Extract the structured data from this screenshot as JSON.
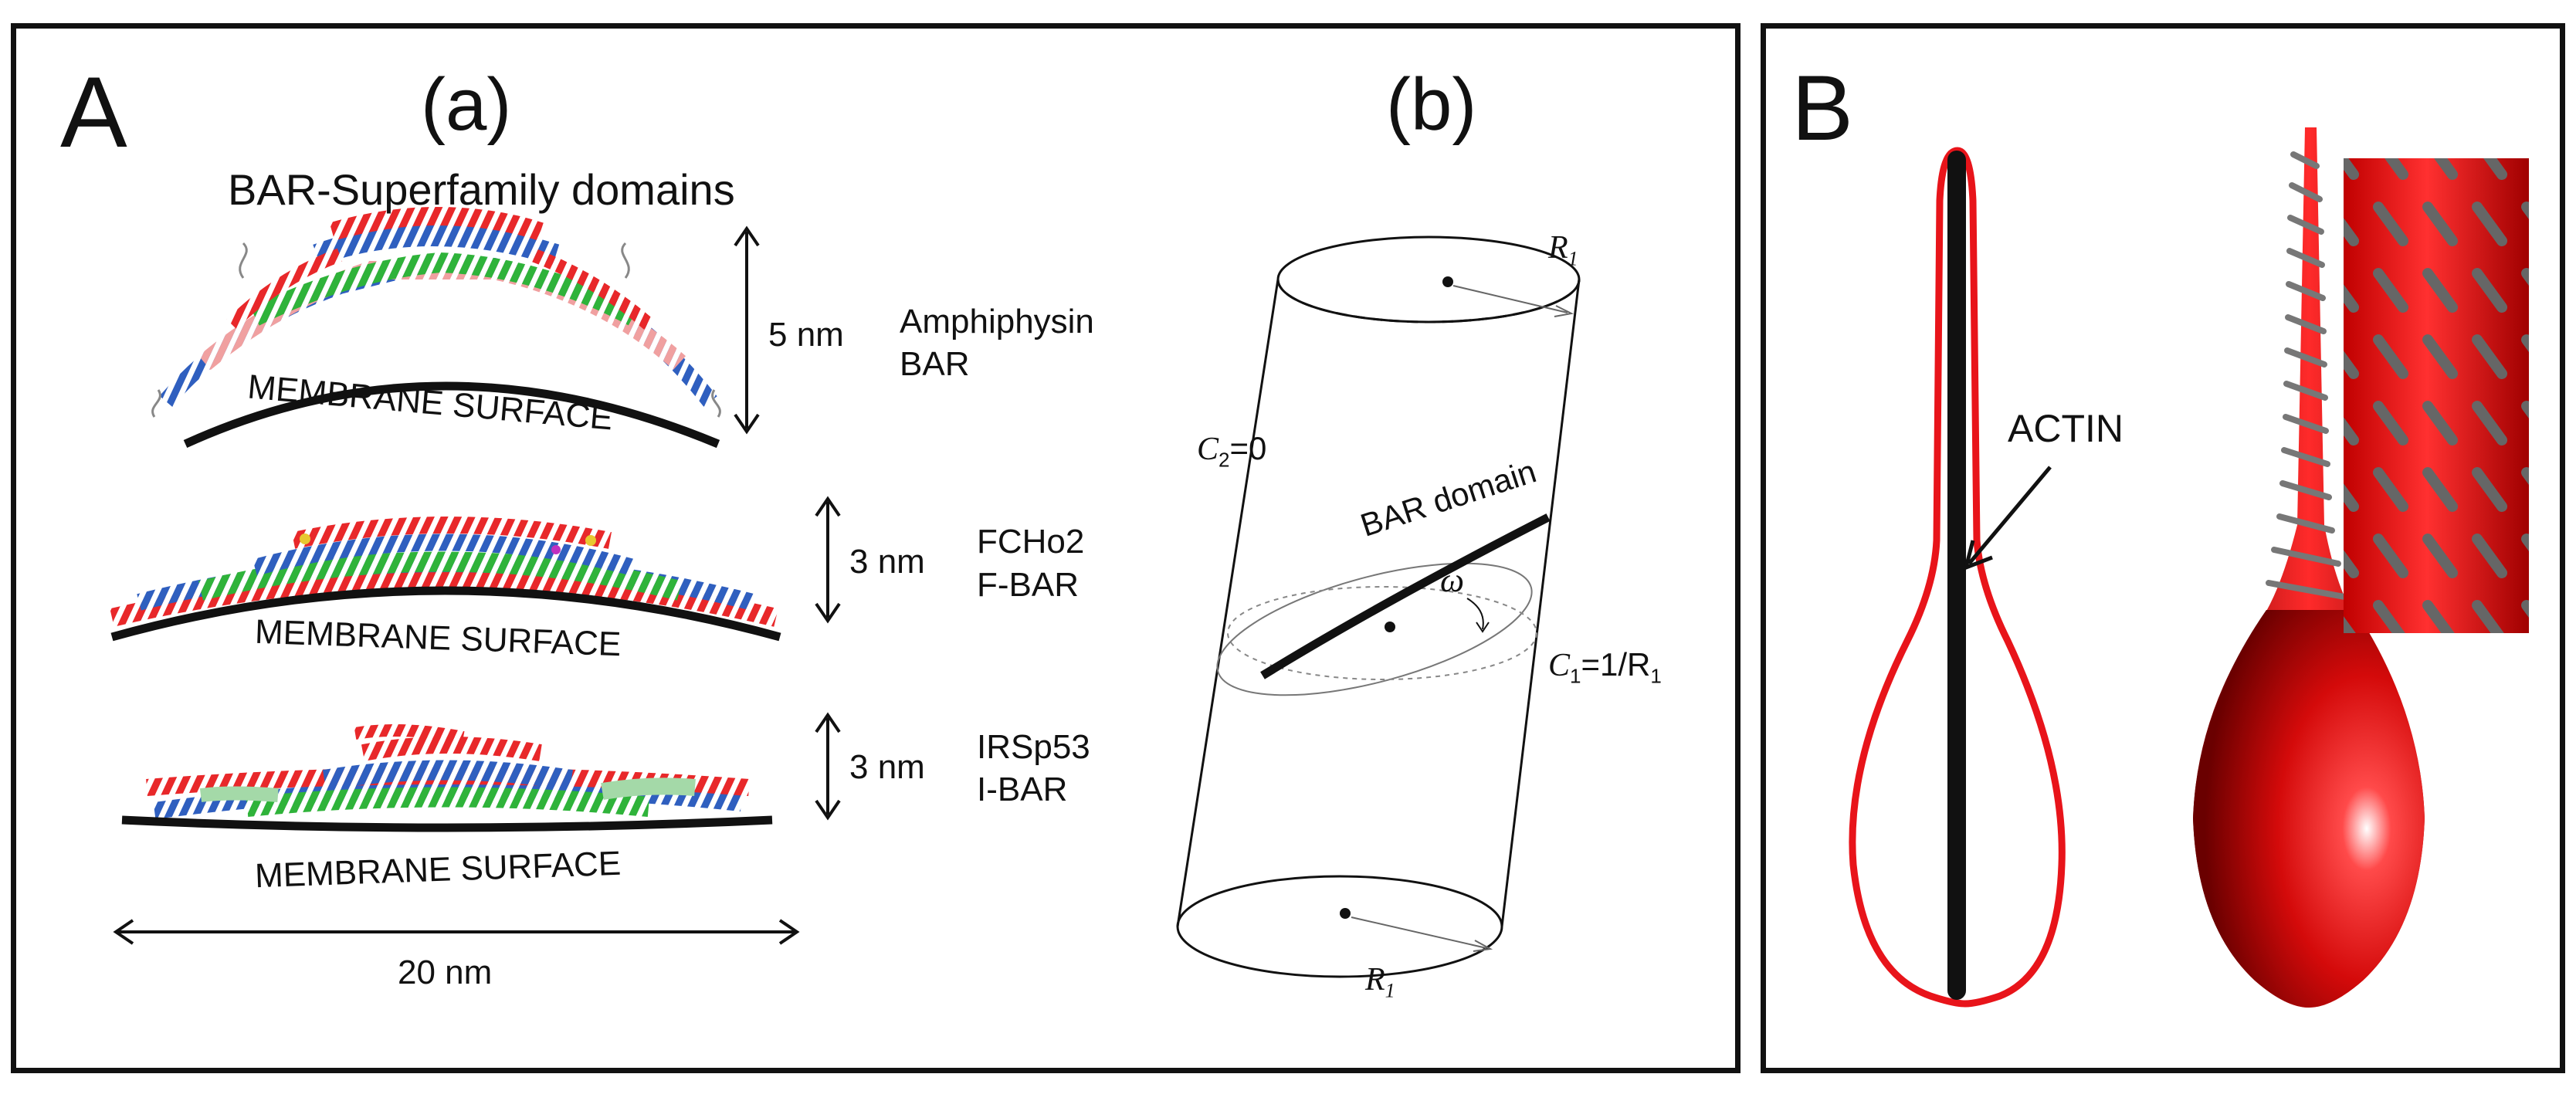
{
  "panel_a": {
    "letter": "A",
    "sub_a_label": "(a)",
    "sub_b_label": "(b)",
    "heading": "BAR-Superfamily domains",
    "membrane_label": "MEMBRANE SURFACE",
    "domains": [
      {
        "height": "5 nm",
        "name_line1": "Amphiphysin",
        "name_line2": "BAR"
      },
      {
        "height": "3 nm",
        "name_line1": "FCHo2",
        "name_line2": "F-BAR"
      },
      {
        "height": "3 nm",
        "name_line1": "IRSp53",
        "name_line2": "I-BAR"
      }
    ],
    "scale_label": "20 nm",
    "cylinder": {
      "r1_top": "R",
      "r1_bottom": "R",
      "r_sub": "1",
      "c2_label": "C",
      "c2_sub": "2",
      "c2_value": "=0",
      "c1_label": "C",
      "c1_sub": "1",
      "c1_value": "=1/R",
      "c1_value_sub": "1",
      "bar_domain_label": "BAR domain",
      "omega_label": "ω"
    }
  },
  "panel_b": {
    "letter": "B",
    "actin_label": "ACTIN"
  },
  "colors": {
    "helix_red": "#e8282a",
    "helix_blue": "#2f5fbf",
    "helix_green": "#2fb33a",
    "helix_pink": "#f0a0a0",
    "membrane_red": "#e8141a",
    "actin_black": "#111111",
    "rod_gray": "#666666"
  }
}
